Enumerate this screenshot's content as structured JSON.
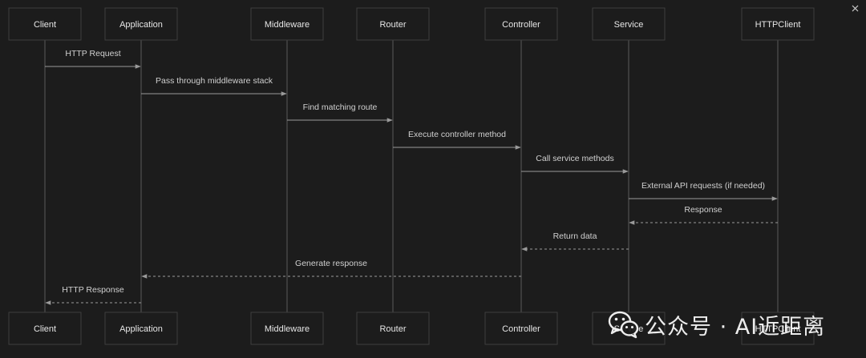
{
  "participants": [
    {
      "id": "client",
      "label": "Client"
    },
    {
      "id": "application",
      "label": "Application"
    },
    {
      "id": "middleware",
      "label": "Middleware"
    },
    {
      "id": "router",
      "label": "Router"
    },
    {
      "id": "controller",
      "label": "Controller"
    },
    {
      "id": "service",
      "label": "Service"
    },
    {
      "id": "httpclient",
      "label": "HTTPClient"
    }
  ],
  "messages": [
    {
      "from": "client",
      "to": "application",
      "label": "HTTP Request",
      "style": "solid"
    },
    {
      "from": "application",
      "to": "middleware",
      "label": "Pass through middleware stack",
      "style": "solid"
    },
    {
      "from": "middleware",
      "to": "router",
      "label": "Find matching route",
      "style": "solid"
    },
    {
      "from": "router",
      "to": "controller",
      "label": "Execute controller method",
      "style": "solid"
    },
    {
      "from": "controller",
      "to": "service",
      "label": "Call service methods",
      "style": "solid"
    },
    {
      "from": "service",
      "to": "httpclient",
      "label": "External API requests (if needed)",
      "style": "solid"
    },
    {
      "from": "httpclient",
      "to": "service",
      "label": "Response",
      "style": "dashed"
    },
    {
      "from": "service",
      "to": "controller",
      "label": "Return data",
      "style": "dashed"
    },
    {
      "from": "controller",
      "to": "application",
      "label": "Generate response",
      "style": "dashed"
    },
    {
      "from": "application",
      "to": "client",
      "label": "HTTP Response",
      "style": "dashed"
    }
  ],
  "watermark": {
    "text": "公众号 · AI近距离",
    "logo_icon": "wechat-logo-icon"
  },
  "window": {
    "close_icon": "close-icon"
  },
  "colors": {
    "background": "#1c1c1c",
    "box_fill": "#1c1c1c",
    "box_stroke": "#3e3e3e",
    "lifeline": "#5a5a5a",
    "arrow": "#9a9a9a",
    "text": "#e6e6e6",
    "label": "#d0d0d0"
  }
}
